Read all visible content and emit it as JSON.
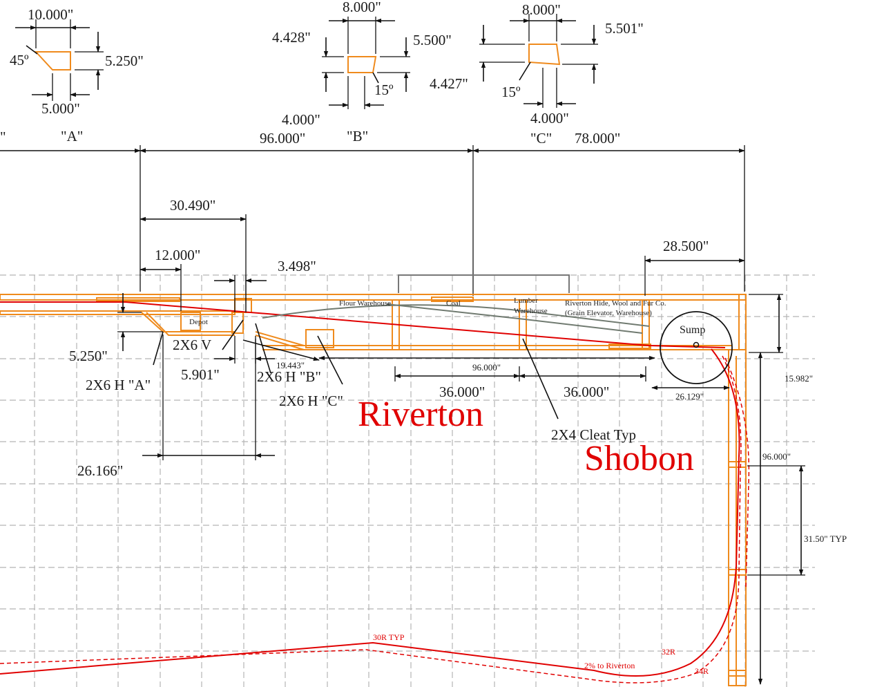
{
  "titles": {
    "riverton": "Riverton",
    "shobon": "Shobon"
  },
  "colors": {
    "frame": "#ef8a1c",
    "track": "#e00000",
    "grid": "#b5b5b5",
    "ink": "#111111",
    "spur": "#707a70"
  },
  "details": {
    "a": {
      "name": "\"A\"",
      "top_width": "10.000\"",
      "bottom_width": "5.000\"",
      "height": "5.250\"",
      "angle": "45º"
    },
    "b": {
      "name": "\"B\"",
      "top_width": "8.000\"",
      "bottom_width": "4.000\"",
      "left_height": "4.428\"",
      "right_height": "5.500\"",
      "angle": "15º"
    },
    "c": {
      "name": "\"C\"",
      "top_width": "8.000\"",
      "bottom_width": "4.000\"",
      "right_height": "5.501\"",
      "left_height": "4.427\"",
      "angle": "15º"
    }
  },
  "dimensions": {
    "left_edge_quote": "\"",
    "span_96": "96.000\"",
    "span_78": "78.000\"",
    "d_30490": "30.490\"",
    "d_12000": "12.000\"",
    "d_3498": "3.498\"",
    "d_28500": "28.500\"",
    "d_5250": "5.250\"",
    "d_5901": "5.901\"",
    "d_19443": "19.443\"",
    "d_96_small": "96.000\"",
    "d_36_left": "36.000\"",
    "d_36_right": "36.000\"",
    "d_26129": "26.129\"",
    "d_15982": "15.982\"",
    "d_26166": "26.166\"",
    "d_96_right": "96.000\"",
    "d_3150": "31.50\" TYP"
  },
  "callouts": {
    "v_2x6": "2X6 V",
    "h_a": "2X6 H \"A\"",
    "h_b": "2X6 H \"B\"",
    "h_c": "2X6 H \"C\"",
    "cleat": "2X4 Cleat Typ"
  },
  "labels": {
    "depot": "Depot",
    "flour": "Flour Warehouse",
    "coal": "Coal",
    "lumber_1": "Lumber",
    "lumber_2": "Warehouse",
    "hide_1": "Riverton Hide, Wool and Fur Co.",
    "hide_2": "(Grain Elevator, Warehouse)",
    "sump": "Sump"
  },
  "track_labels": {
    "r30": "30R TYP",
    "grade": "2% to Riverton",
    "r32": "32R",
    "r34": "34R"
  }
}
